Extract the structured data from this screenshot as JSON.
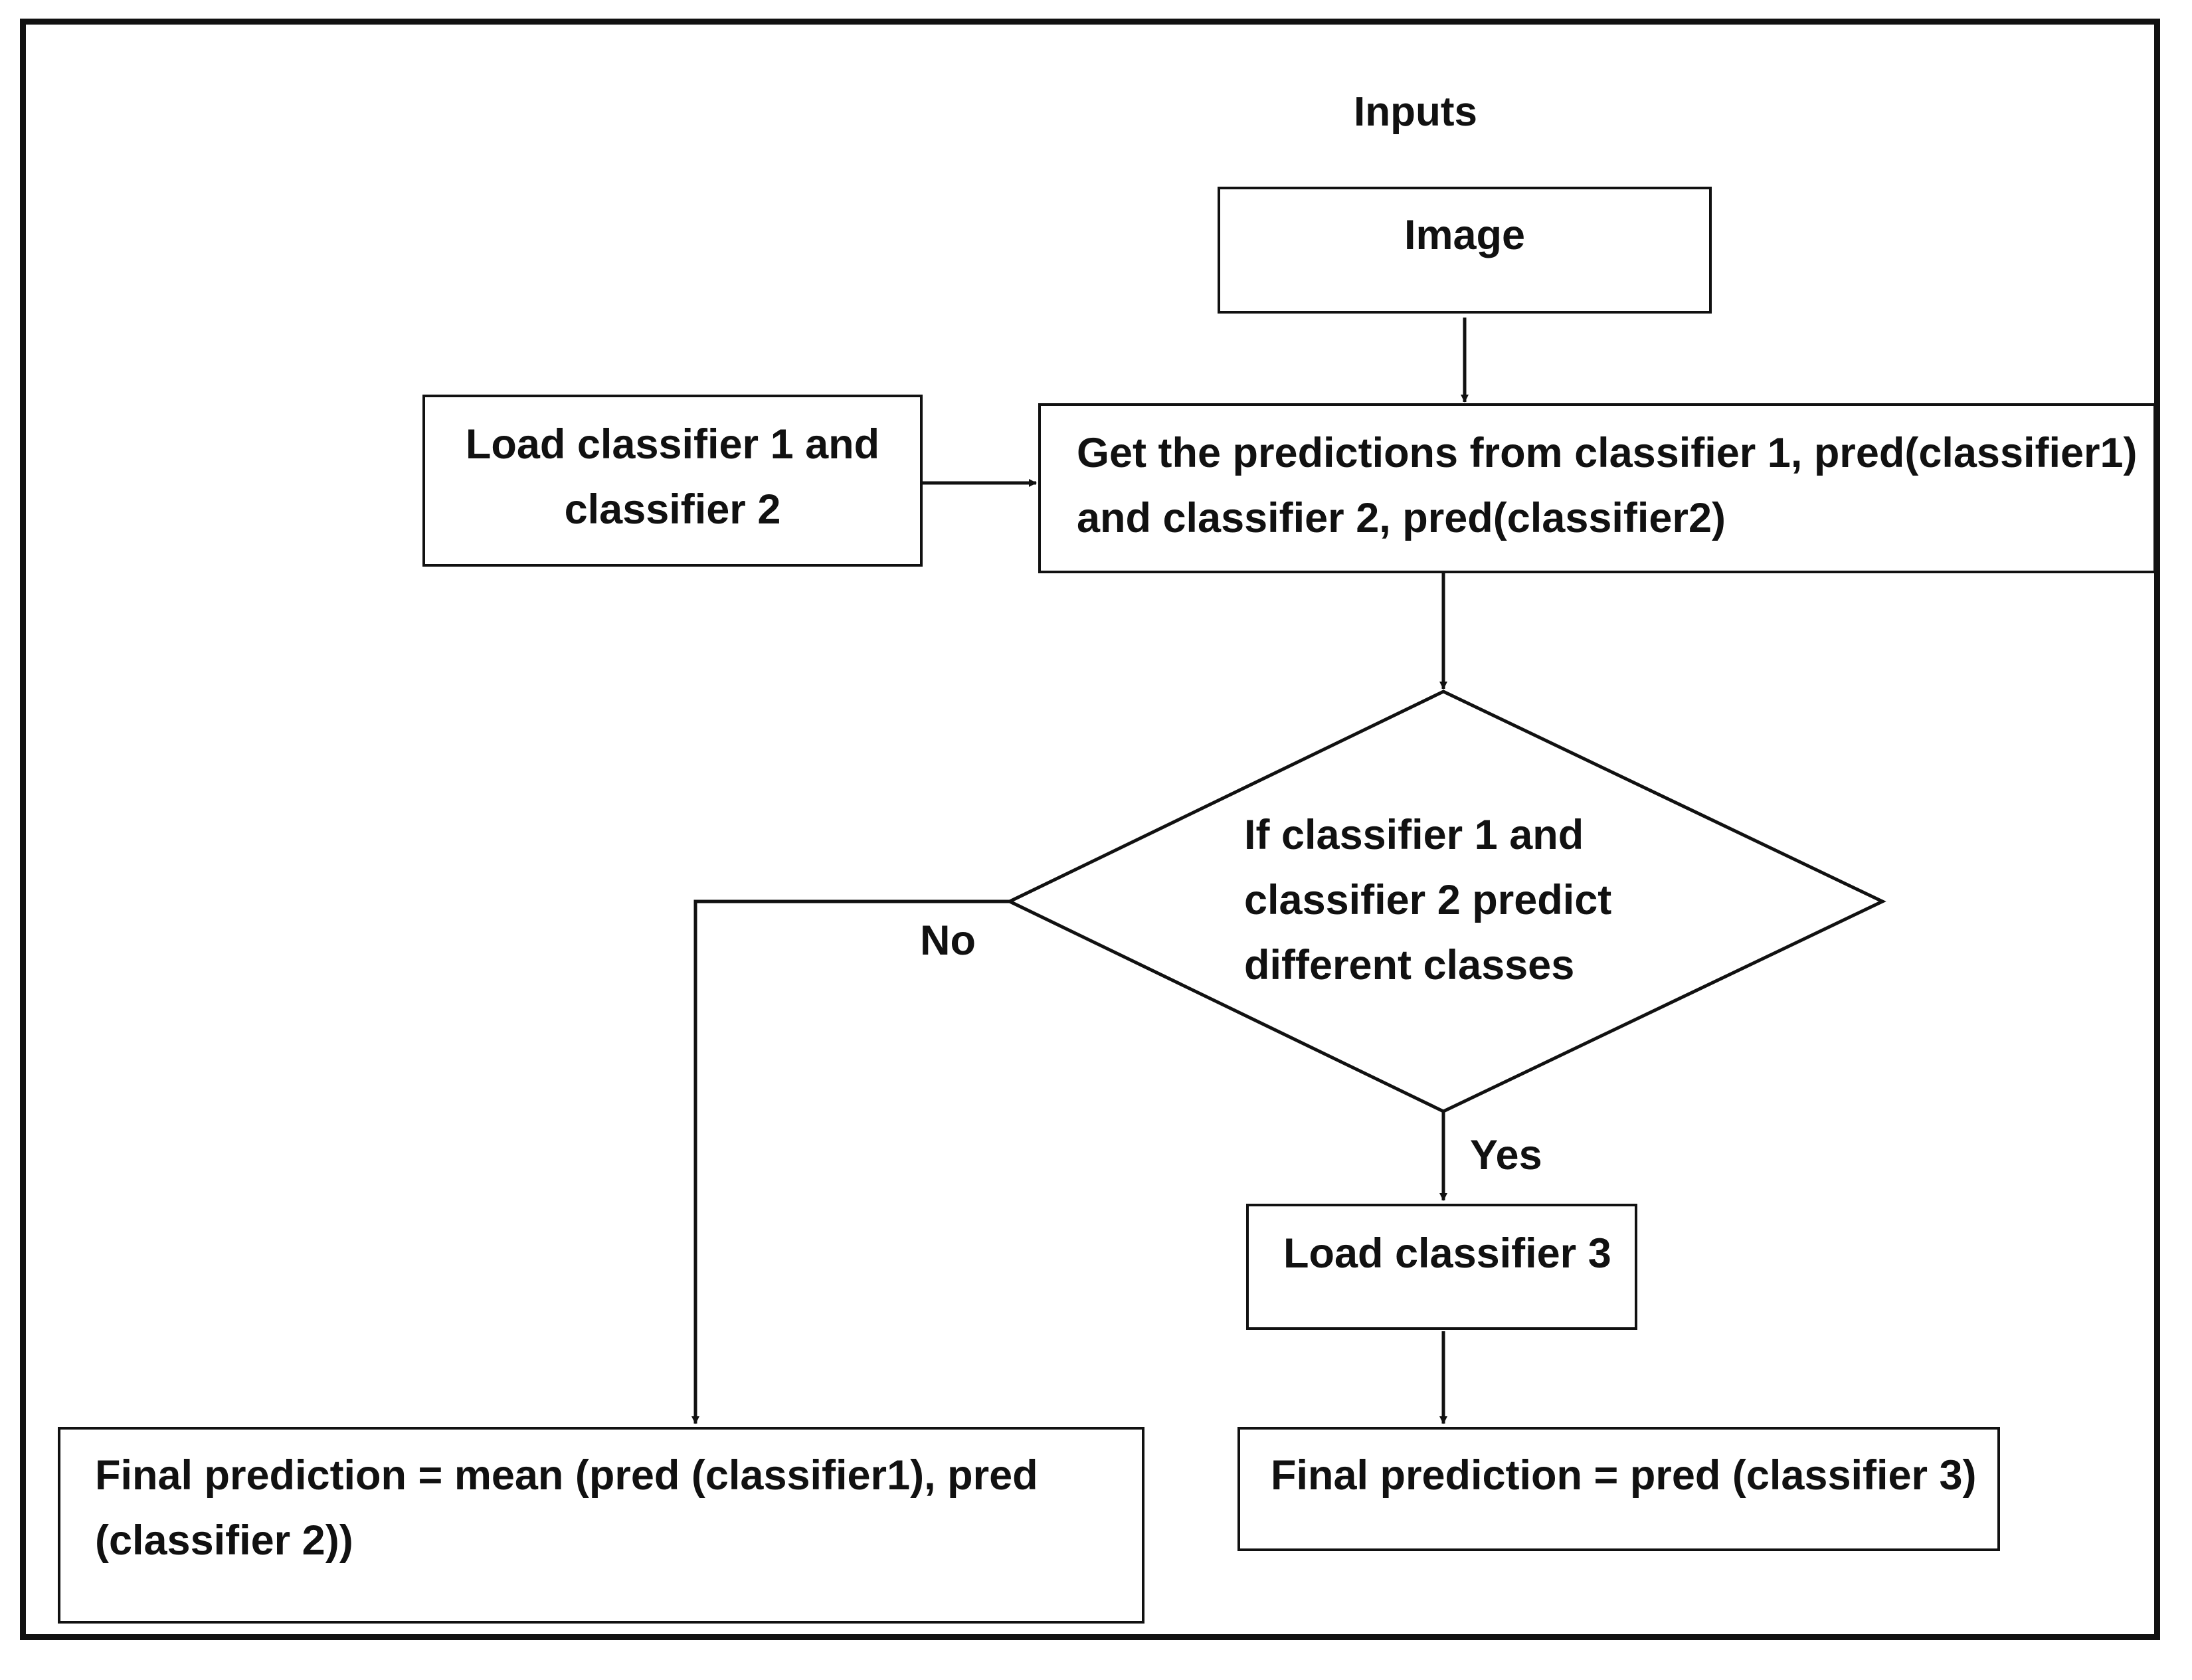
{
  "title": "Inputs",
  "nodes": {
    "image": "Image",
    "load_12": [
      "Load classifier 1 and",
      "classifier 2"
    ],
    "get_predictions": [
      "Get the predictions from classifier 1, pred(classifier1)",
      "and classifier 2, pred(classifier2)"
    ],
    "decision": [
      "If classifier 1 and",
      "classifier 2 predict",
      "different classes"
    ],
    "load_3": "Load classifier 3",
    "final_mean": [
      "Final prediction = mean (pred (classifier1), pred",
      "(classifier 2))"
    ],
    "final_pred3": "Final prediction = pred (classifier 3)"
  },
  "edge_labels": {
    "no": "No",
    "yes": "Yes"
  }
}
